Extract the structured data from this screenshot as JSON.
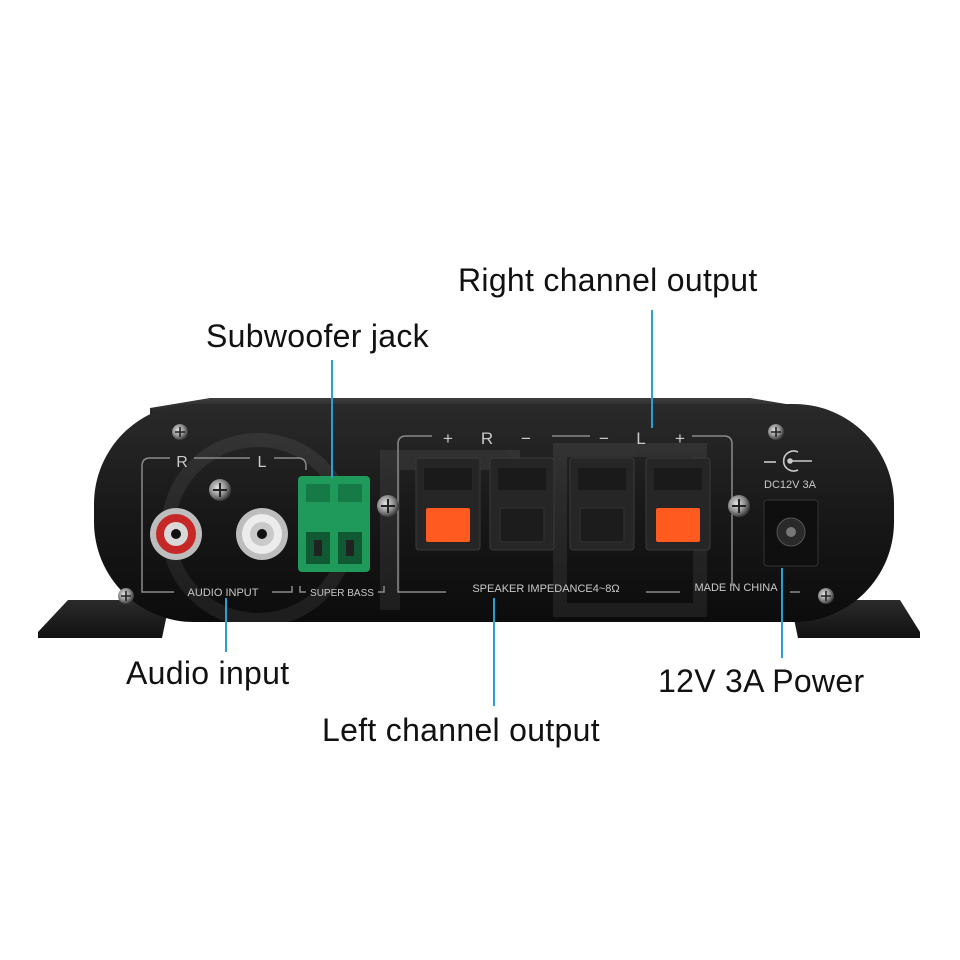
{
  "callouts": {
    "right_channel_output": "Right channel output",
    "subwoofer_jack": "Subwoofer jack",
    "audio_input": "Audio input",
    "left_channel_output": "Left channel output",
    "power": "12V 3A Power"
  },
  "panel": {
    "audio_r": "R",
    "audio_l": "L",
    "audio_input": "AUDIO INPUT",
    "super_bass": "SUPER BASS",
    "speaker_plus_r": "+",
    "speaker_r": "R",
    "speaker_minus_r": "−",
    "speaker_minus_l": "−",
    "speaker_l": "L",
    "speaker_plus_l": "+",
    "speaker_impedance": "SPEAKER IMPEDANCE4~8Ω",
    "made_in": "MADE IN CHINA",
    "dc_rating": "DC12V 3A"
  },
  "colors": {
    "callout_line": "#2a9fd6",
    "chassis": "#1b1b1b",
    "rca_red": "#c62828",
    "rca_white": "#e8e8e8",
    "terminal_green": "#1f9a5a",
    "clip_orange": "#ff5a1f"
  }
}
